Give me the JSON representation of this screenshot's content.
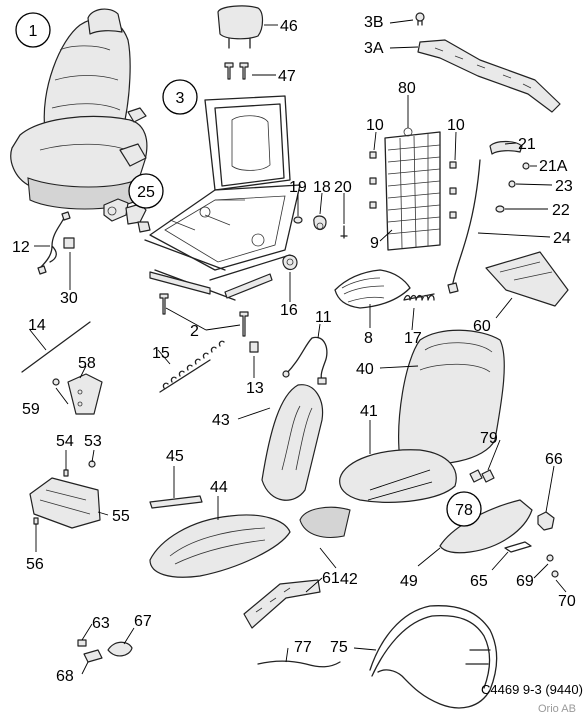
{
  "labels": {
    "l1": "1",
    "l3": "3",
    "l25": "25",
    "l78": "78",
    "l46": "46",
    "l47": "47",
    "l3b": "3B",
    "l3a": "3A",
    "l80": "80",
    "l10a": "10",
    "l10b": "10",
    "l21": "21",
    "l21a": "21A",
    "l23": "23",
    "l22": "22",
    "l24": "24",
    "l19": "19",
    "l18": "18",
    "l20": "20",
    "l9": "9",
    "l12": "12",
    "l30": "30",
    "l16": "16",
    "l8": "8",
    "l17": "17",
    "l60": "60",
    "l2": "2",
    "l14": "14",
    "l11": "11",
    "l15": "15",
    "l58": "58",
    "l13": "13",
    "l40": "40",
    "l59": "59",
    "l43": "43",
    "l41": "41",
    "l54": "54",
    "l53": "53",
    "l79": "79",
    "l45": "45",
    "l66": "66",
    "l44": "44",
    "l55": "55",
    "l56": "56",
    "l49": "49",
    "l65": "65",
    "l69": "69",
    "l42": "42",
    "l61": "61",
    "l70": "70",
    "l63": "63",
    "l67": "67",
    "l77": "77",
    "l75": "75",
    "l68": "68"
  },
  "code": "C4469 9-3 (9440)",
  "credit": "Orio AB"
}
